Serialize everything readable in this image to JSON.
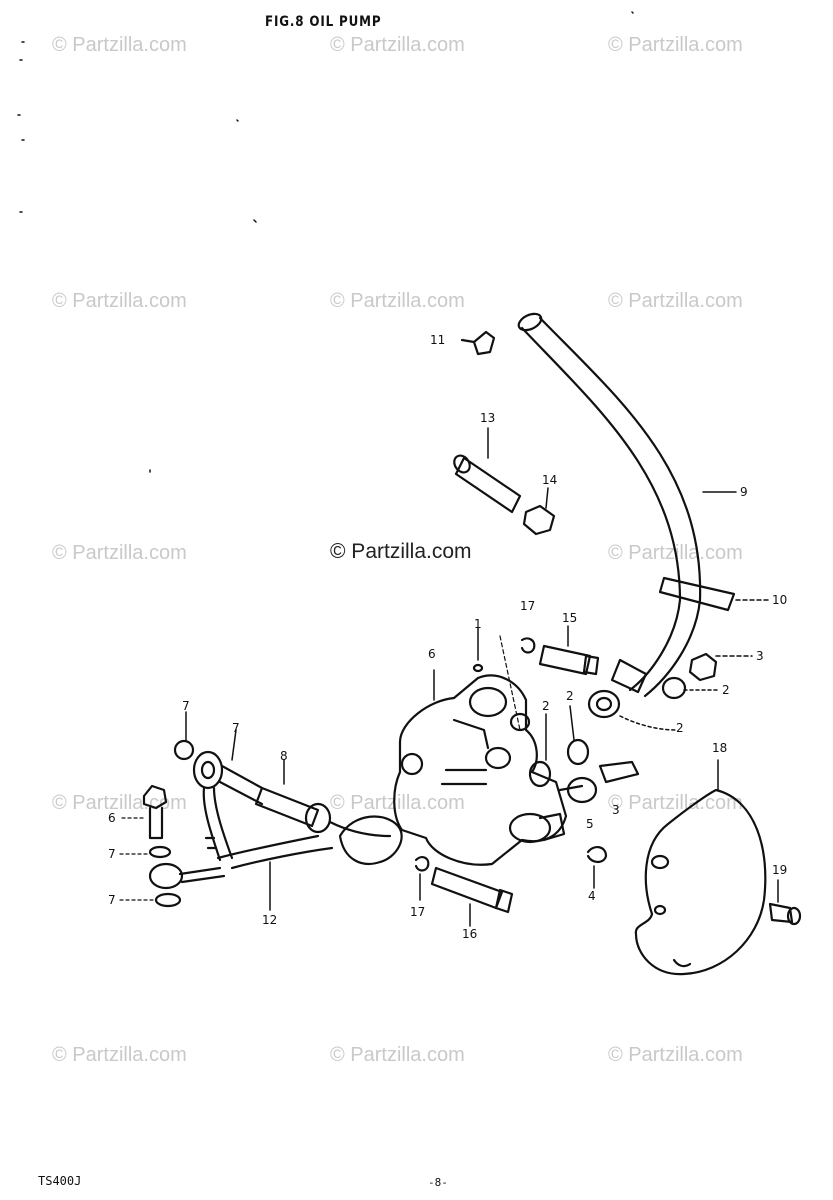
{
  "header": {
    "title": "FIG.8  OIL PUMP"
  },
  "footer": {
    "model": "TS400J",
    "page": "-8-"
  },
  "watermark": {
    "text": "© Partzilla.com"
  },
  "callouts": {
    "c1": "1",
    "c2a": "2",
    "c2b": "2",
    "c2c": "2",
    "c2d": "2",
    "c3": "3",
    "c4": "4",
    "c5": "5",
    "c6": "6",
    "c7a": "7",
    "c7b": "7",
    "c7c": "7",
    "c7d": "7",
    "c8": "8",
    "c9": "9",
    "c10": "10",
    "c11": "11",
    "c12": "12",
    "c13": "13",
    "c14": "14",
    "c15": "15",
    "c16": "16",
    "c17a": "17",
    "c17b": "17",
    "c18": "18",
    "c19": "19"
  },
  "colors": {
    "ink": "#111111",
    "watermark": "#c9c9c9"
  }
}
